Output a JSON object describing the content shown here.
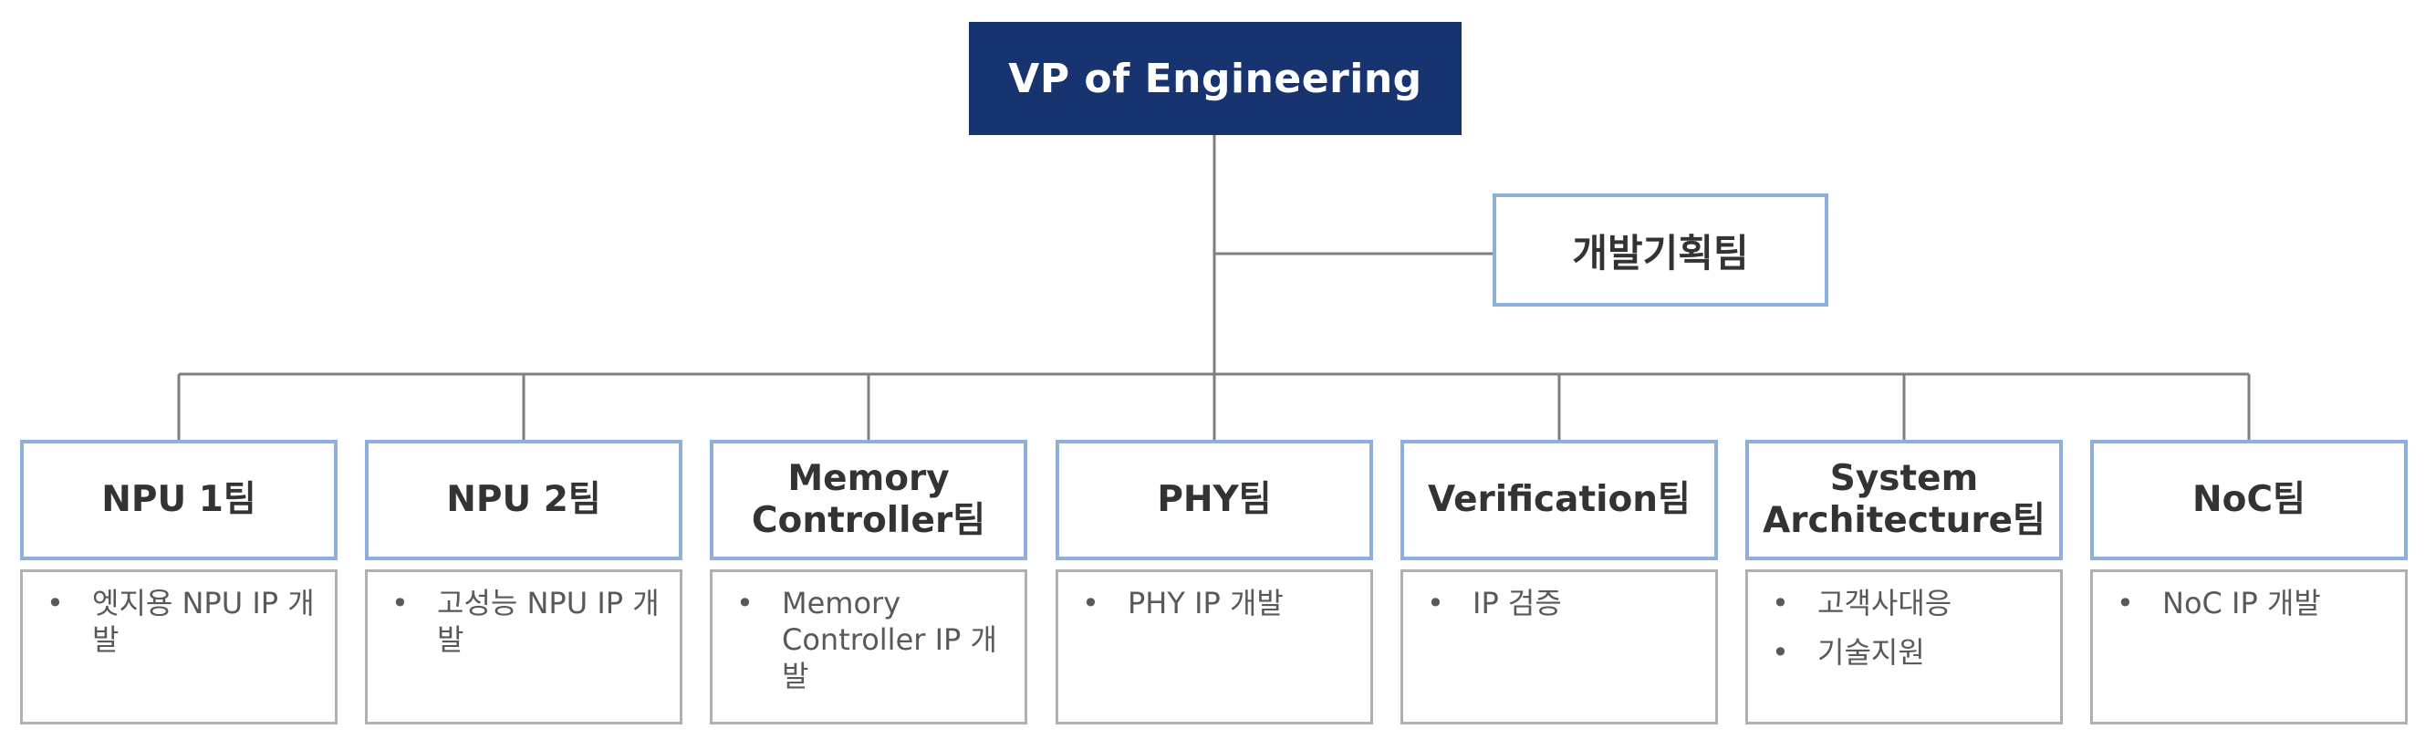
{
  "org": {
    "head": "VP of Engineering",
    "staff": "개발기획팀",
    "teams": [
      {
        "name": "NPU 1팀",
        "duties": [
          "엣지용 NPU IP 개발"
        ]
      },
      {
        "name": "NPU 2팀",
        "duties": [
          "고성능 NPU IP 개발"
        ]
      },
      {
        "name": "Memory\nController팀",
        "duties": [
          "Memory Controller IP 개발"
        ]
      },
      {
        "name": "PHY팀",
        "duties": [
          "PHY IP 개발"
        ]
      },
      {
        "name": "Verification팀",
        "duties": [
          "IP 검증"
        ]
      },
      {
        "name": "System\nArchitecture팀",
        "duties": [
          "고객사대응",
          "기술지원"
        ]
      },
      {
        "name": "NoC팀",
        "duties": [
          "NoC IP 개발"
        ]
      }
    ]
  },
  "style": {
    "head_fill": "#183470",
    "box_border": "#8eaedc",
    "body_border": "#b0b0b0",
    "connector": "#7f7f7f"
  }
}
